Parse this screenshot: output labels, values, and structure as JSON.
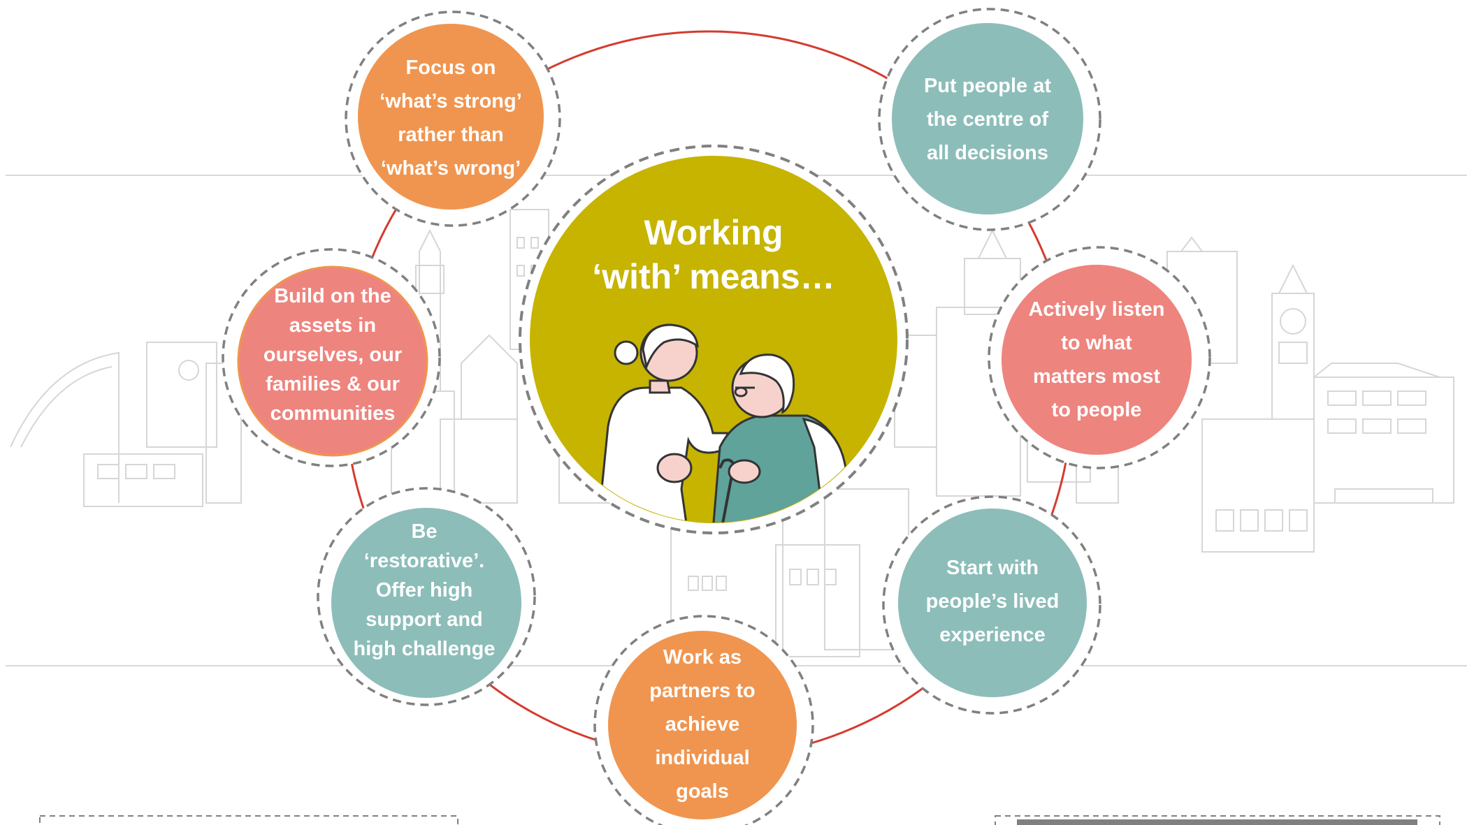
{
  "title": {
    "line1": "Working",
    "line2": "‘with’ means…"
  },
  "colors": {
    "orange": "#F0954F",
    "teal": "#8CBDB9",
    "coral": "#EE847E",
    "olive": "#C6B400",
    "ring": "#D43B2F",
    "dash": "#808080"
  },
  "principles": [
    {
      "lines": [
        "Focus on",
        "‘what’s strong’",
        "rather than",
        "‘what’s wrong’"
      ],
      "color": "#F0954F"
    },
    {
      "lines": [
        "Put people at",
        "the centre of",
        "all decisions"
      ],
      "color": "#8CBDB9"
    },
    {
      "lines": [
        "Actively listen",
        "to what",
        "matters most",
        "to people"
      ],
      "color": "#EE847E"
    },
    {
      "lines": [
        "Start with",
        "people’s lived",
        "experience"
      ],
      "color": "#8CBDB9"
    },
    {
      "lines": [
        "Work as",
        "partners to",
        "achieve",
        "individual",
        "goals"
      ],
      "color": "#F0954F"
    },
    {
      "lines": [
        "Be",
        "‘restorative’.",
        "Offer high",
        "support and",
        "high challenge"
      ],
      "color": "#8CBDB9"
    },
    {
      "lines": [
        "Build on the",
        "assets in",
        "ourselves, our",
        "families & our",
        "communities"
      ],
      "color": "#EE847E"
    }
  ],
  "illustration": "two-people-illustration",
  "background": "city-skyline"
}
